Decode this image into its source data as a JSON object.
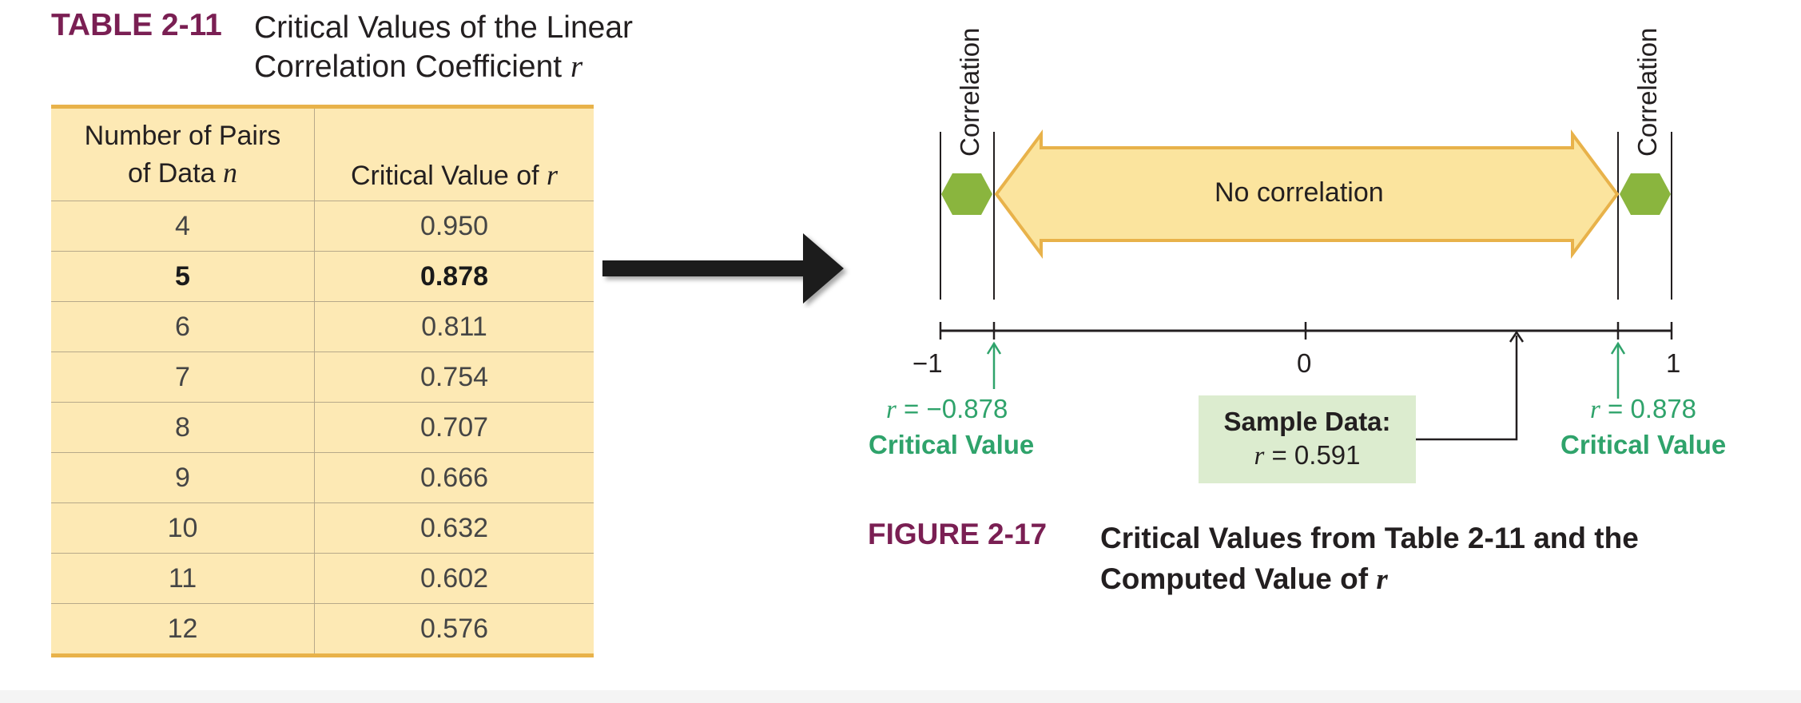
{
  "table": {
    "label": "TABLE 2-11",
    "title_line1": "Critical Values of the Linear",
    "title_line2": "Correlation Coefficient",
    "title_var": "r",
    "header_col1_line1": "Number of Pairs",
    "header_col1_line2": "of Data",
    "header_col1_var": "n",
    "header_col2": "Critical Value of",
    "header_col2_var": "r",
    "rows": [
      {
        "n": "4",
        "r": "0.950"
      },
      {
        "n": "5",
        "r": "0.878"
      },
      {
        "n": "6",
        "r": "0.811"
      },
      {
        "n": "7",
        "r": "0.754"
      },
      {
        "n": "8",
        "r": "0.707"
      },
      {
        "n": "9",
        "r": "0.666"
      },
      {
        "n": "10",
        "r": "0.632"
      },
      {
        "n": "11",
        "r": "0.602"
      },
      {
        "n": "12",
        "r": "0.576"
      }
    ],
    "highlighted_row_n": "5"
  },
  "figure": {
    "left_region_label": "Correlation",
    "right_region_label": "Correlation",
    "middle_region_label": "No correlation",
    "axis": {
      "ticks": [
        {
          "value": -1,
          "label": "−1"
        },
        {
          "value": 0,
          "label": "0"
        },
        {
          "value": 1,
          "label": "1"
        }
      ],
      "range": [
        -1,
        1
      ]
    },
    "left_critical": {
      "var": "r",
      "value_text": "= −0.878",
      "value": -0.878,
      "caption": "Critical Value"
    },
    "right_critical": {
      "var": "r",
      "value_text": "= 0.878",
      "value": 0.878,
      "caption": "Critical Value"
    },
    "sample": {
      "title": "Sample Data:",
      "var": "r",
      "value_text": "= 0.591",
      "value": 0.591
    },
    "colors": {
      "correlation_green": "#8ab53e",
      "no_correlation_fill": "#fbe49e",
      "no_correlation_stroke": "#e8b24a",
      "critical_text": "#2fa36b",
      "sample_box": "#dceccf"
    },
    "caption_label": "FIGURE 2-17",
    "caption_line1": "Critical Values from Table 2-11 and the",
    "caption_line2": "Computed Value of",
    "caption_var": "r"
  }
}
